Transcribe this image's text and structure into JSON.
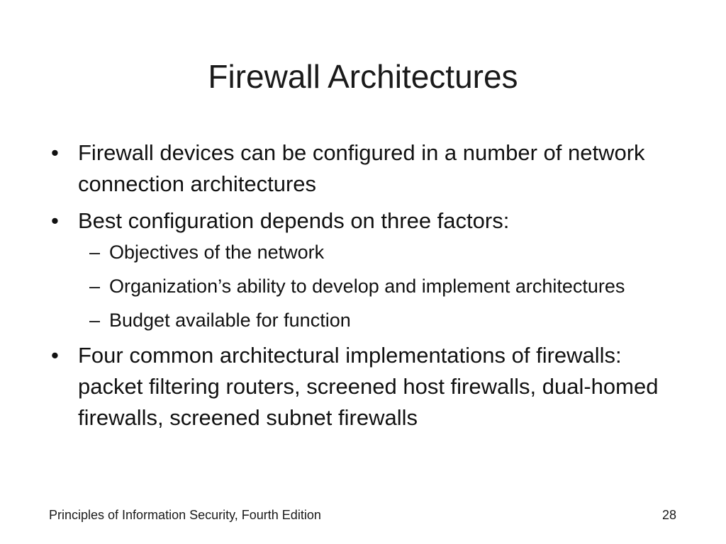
{
  "slide": {
    "title": "Firewall Architectures",
    "bullets": [
      {
        "marker": "•",
        "text": "Firewall devices can be configured in a number of network connection architectures",
        "sub": []
      },
      {
        "marker": "•",
        "text": "Best configuration depends on three factors:",
        "sub": [
          {
            "marker": "–",
            "text": "Objectives of the network"
          },
          {
            "marker": "–",
            "text": "Organization’s ability to develop and implement architectures"
          },
          {
            "marker": "–",
            "text": "Budget available for function"
          }
        ]
      },
      {
        "marker": "•",
        "text": "Four common architectural implementations of firewalls: packet filtering routers, screened host firewalls, dual-homed firewalls, screened subnet firewalls",
        "sub": []
      }
    ]
  },
  "footer": {
    "left_text": "Principles of Information Security, Fourth Edition",
    "page_number": "28"
  }
}
